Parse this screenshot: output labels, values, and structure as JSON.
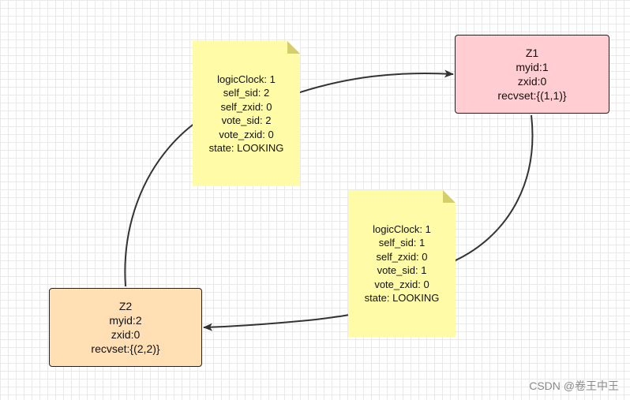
{
  "nodes": {
    "z1": {
      "title": "Z1",
      "myid": "myid:1",
      "zxid": "zxid:0",
      "recvset": "recvset:{(1,1)}"
    },
    "z2": {
      "title": "Z2",
      "myid": "myid:2",
      "zxid": "zxid:0",
      "recvset": "recvset:{(2,2)}"
    }
  },
  "notes": [
    {
      "lines": [
        "logicClock:  1",
        "self_sid:  2",
        "self_zxid:  0",
        "vote_sid:  2",
        "vote_zxid:  0",
        "state:  LOOKING"
      ]
    },
    {
      "lines": [
        "logicClock:  1",
        "self_sid:  1",
        "self_zxid:  0",
        "vote_sid:  1",
        "vote_zxid:  0",
        "state:  LOOKING"
      ]
    }
  ],
  "watermark": "CSDN @卷王中王",
  "colors": {
    "z1_fill": "#ffcdd2",
    "z2_fill": "#ffdfb3",
    "note_fill": "#fffba6",
    "edge": "#333333"
  }
}
